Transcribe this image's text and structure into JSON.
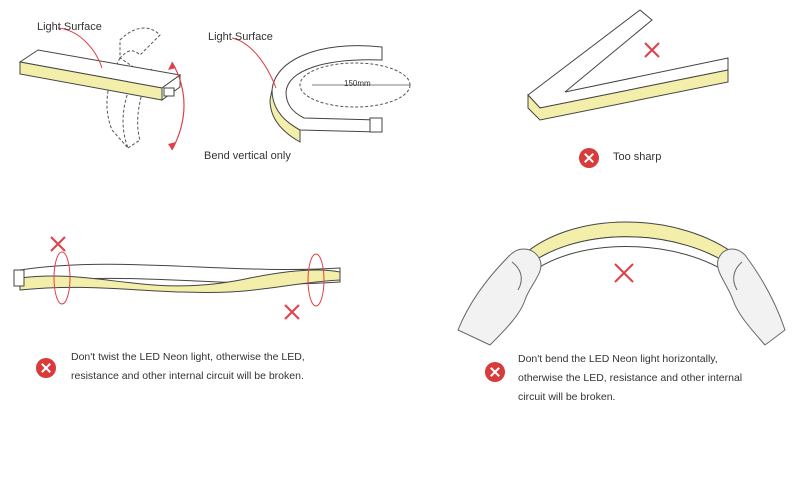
{
  "labels": {
    "light_surface_1": "Light Surface",
    "light_surface_2": "Light Surface",
    "radius": "150mm",
    "bend_vertical": "Bend vertical only",
    "too_sharp": "Too sharp"
  },
  "captions": {
    "twist_line1": "Don't twist the LED Neon light, otherwise the LED,",
    "twist_line2": "resistance and other internal circuit will be broken.",
    "bend_line1": "Don't bend the LED Neon light horizontally,",
    "bend_line2": "otherwise the LED, resistance and other internal",
    "bend_line3": "circuit will be broken."
  },
  "colors": {
    "light_surface": "#f3efaa",
    "arrow_red": "#e0404a",
    "badge_red": "#d93a3a",
    "outline": "#444444"
  }
}
